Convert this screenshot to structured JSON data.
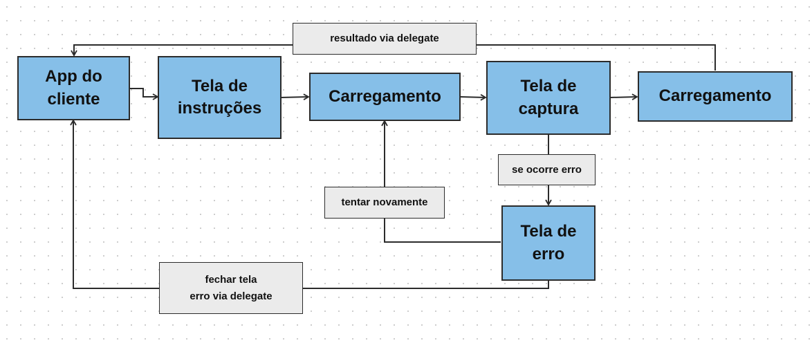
{
  "colors": {
    "node_fill": "#86bfe8",
    "label_fill": "#ebebeb",
    "stroke": "#2b2b2b"
  },
  "nodes": {
    "app_cliente": "App do\ncliente",
    "tela_instrucoes": "Tela de\ninstruções",
    "carregamento_1": "Carregamento",
    "tela_captura": "Tela de\ncaptura",
    "carregamento_2": "Carregamento",
    "tela_erro": "Tela de\nerro"
  },
  "edge_labels": {
    "resultado": "resultado via delegate",
    "se_erro": "se ocorre erro",
    "tentar": "tentar novamente",
    "fechar": "fechar tela\nerro via delegate"
  }
}
